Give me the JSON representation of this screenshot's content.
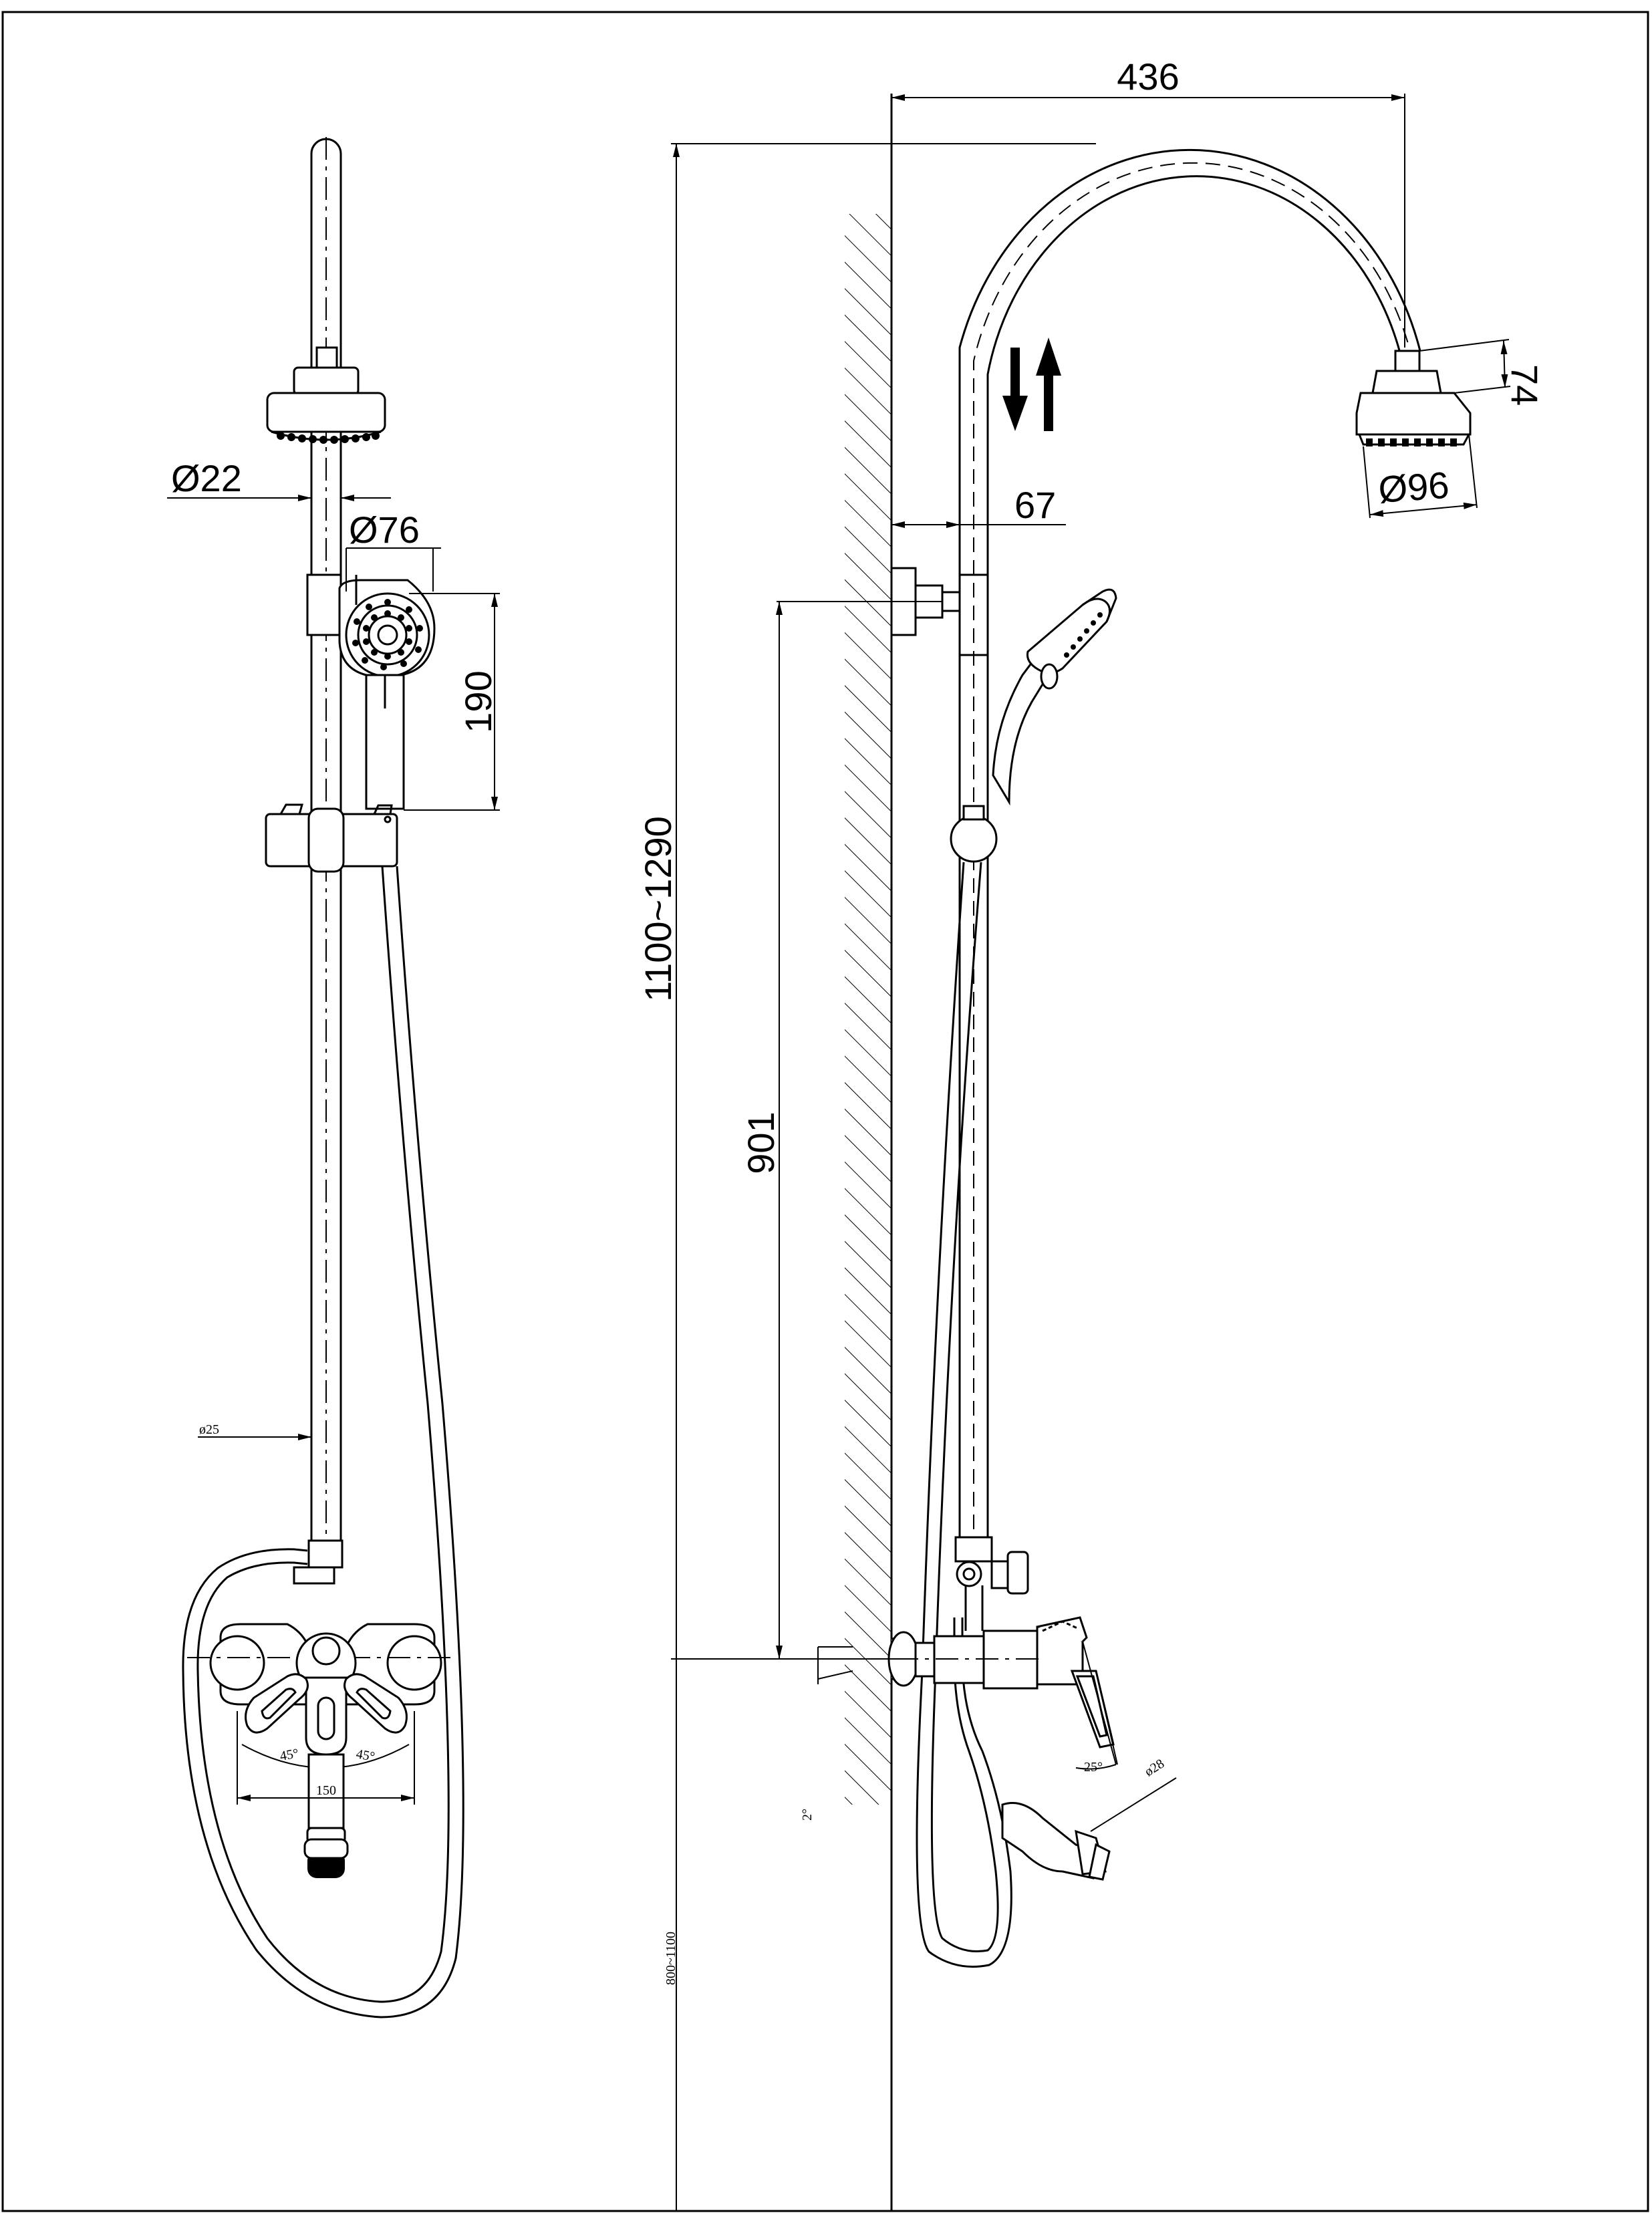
{
  "dimensions": {
    "dia_pipe": "Ø22",
    "dia_handshower": "Ø76",
    "handshower_len": "190",
    "rail_dia": "ø25",
    "spacing": "150",
    "angle_left": "45°",
    "angle_right": "45°",
    "reach": "436",
    "head_height": "74",
    "dia_head": "Ø96",
    "wall_offset": "67",
    "total_height": "1100~1290",
    "bracket_height": "901",
    "install_height": "800~1100",
    "spout_dia": "ø28",
    "spout_angle": "25°",
    "tilt": "2°"
  }
}
